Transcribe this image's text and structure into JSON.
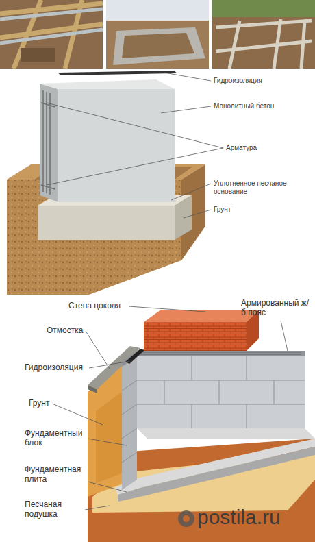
{
  "diagram": {
    "labels": [
      "Гидроизоляция",
      "Монолитный бетон",
      "Арматура",
      "Уплотненное песчаное основание",
      "Грунт",
      "Стена цоколя",
      "Армированный ж/б пояс",
      "Отмостка",
      "Гидроизоляция",
      "Грунт",
      "Фундаментный блок",
      "Фундаментная плита",
      "Песчаная подушка",
      "postila.ru"
    ]
  }
}
